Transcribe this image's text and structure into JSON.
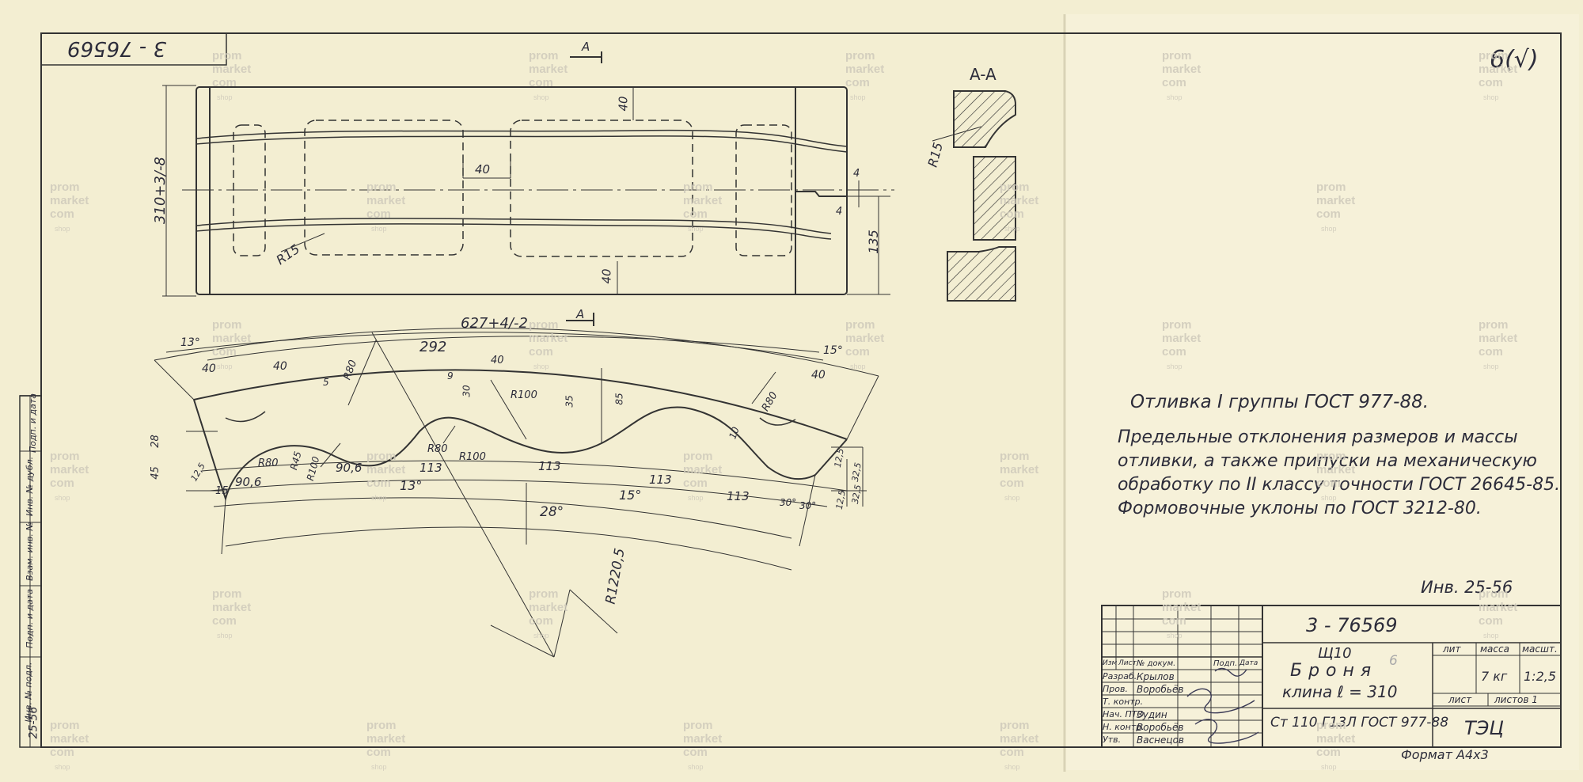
{
  "drawing": {
    "number": "3 - 76569",
    "number_rotated": "3 - 76569",
    "section_label": "A-A",
    "cut_letter": "A",
    "corner_mark": "6(√)",
    "inventory": "Инв. 25-56",
    "format": "Формат А4х3",
    "sheet_number": "6"
  },
  "notes": [
    "Отливка I группы ГОСТ 977-88.",
    "Предельные отклонения размеров и массы",
    "отливки, а также припуски на механическую",
    "обработку по II классу точности ГОСТ 26645-85.",
    "Формовочные уклоны по ГОСТ 3212-80."
  ],
  "title_block": {
    "designation": "3 - 76569",
    "product": "Щ10",
    "name_line1": "Броня",
    "name_line2": "клина  ℓ = 310",
    "material": "Ст 110 Г13Л ГОСТ 977-88",
    "mass_label": "масса",
    "scale_label": "масшт.",
    "lit_label": "лит",
    "mass": "7 кг",
    "scale": "1:2,5",
    "sheet_label": "лист",
    "sheets_label": "листов 1",
    "org": "ТЭЦ",
    "header_cols": [
      "Изм",
      "Лист",
      "№ докум.",
      "Подп.",
      "Дата"
    ],
    "roles": [
      {
        "role": "Разраб.",
        "name": "Крылов"
      },
      {
        "role": "Пров.",
        "name": "Воробьёв"
      },
      {
        "role": "Т. контр.",
        "name": ""
      },
      {
        "role": "Нач. ПТО",
        "name": "Зудин"
      },
      {
        "role": "Н. контр.",
        "name": "Воробьёв"
      },
      {
        "role": "Утв.",
        "name": "Васнецов"
      }
    ]
  },
  "side_stamp": {
    "labels": [
      "Инв. № подл.",
      "Подп. и дата",
      "Взам. инв. №",
      "Инв. № дубл.",
      "Подп. и дата"
    ],
    "value": "25-56"
  },
  "dimensions": {
    "width": "310+3/-8",
    "length": "627+4/-2",
    "d40_top": "40",
    "d40_mid": "40",
    "d40_bot": "40",
    "r15_plan": "R15",
    "d135": "135",
    "d4a": "4",
    "d4b": "4",
    "r15_sec": "R15",
    "a13_left": "13°",
    "a15_right": "15°",
    "d292": "292",
    "d40_arc1": "40",
    "d40_arc2": "40",
    "d40_arc3": "40",
    "d40_arc4": "40",
    "d5": "5",
    "r80_1": "R80",
    "r80_2": "R80",
    "r80_3": "R80",
    "r80_4": "R80",
    "r100_1": "R100",
    "r100_2": "R100",
    "r100_3": "R100",
    "r45": "R45",
    "d9": "9",
    "d30": "30",
    "d35": "35",
    "d85": "85",
    "d10": "10",
    "d28": "28",
    "d45": "45",
    "d125a": "12,5",
    "d125b": "12,5",
    "d125c": "12,5",
    "d325a": "32,5",
    "d325b": "32,5",
    "d906a": "90,6",
    "d906b": "90,6",
    "d113a": "113",
    "d113b": "113",
    "d113c": "113",
    "d113d": "113",
    "a13": "13°",
    "a15": "15°",
    "a28": "28°",
    "a30a": "30°",
    "a30b": "30°",
    "d15": "15",
    "r1220": "R1220,5"
  },
  "watermark": {
    "line1": "prom",
    "line2": "market",
    "line3": "com",
    "suffix": "shop"
  }
}
